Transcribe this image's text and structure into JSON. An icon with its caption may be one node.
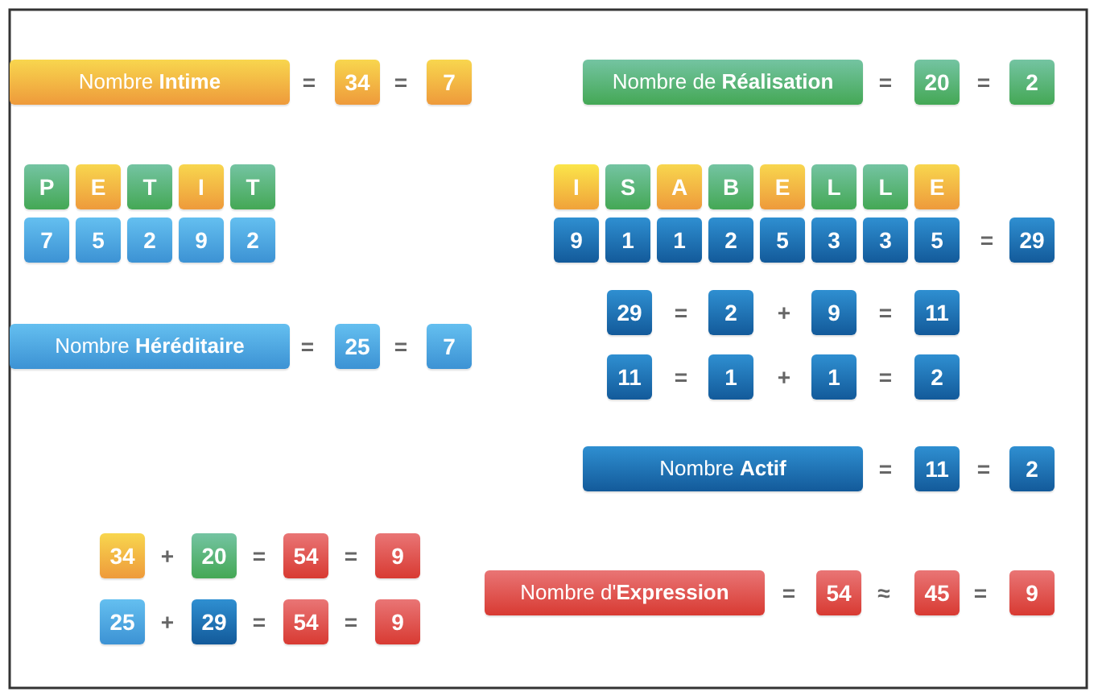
{
  "diagram": {
    "nodes": [
      {
        "text": [
          "Nombre **Intime**"
        ]
      },
      {
        "text": [
          "34"
        ]
      },
      {
        "text": [
          "7"
        ]
      },
      {
        "text": [
          "Nombre de **Réalisation**"
        ]
      },
      {
        "text": [
          "20"
        ]
      },
      {
        "text": [
          "2"
        ]
      },
      {
        "text": [
          "P"
        ]
      },
      {
        "text": [
          "E"
        ]
      },
      {
        "text": [
          "T"
        ]
      },
      {
        "text": [
          "I"
        ]
      },
      {
        "text": [
          "T"
        ]
      },
      {
        "text": [
          "I"
        ]
      },
      {
        "text": [
          "S"
        ]
      },
      {
        "text": [
          "A"
        ]
      },
      {
        "text": [
          "B"
        ]
      },
      {
        "text": [
          "E"
        ]
      },
      {
        "text": [
          "L"
        ]
      },
      {
        "text": [
          "L"
        ]
      },
      {
        "text": [
          "E"
        ]
      },
      {
        "text": [
          "7"
        ]
      },
      {
        "text": [
          "5"
        ]
      },
      {
        "text": [
          "2"
        ]
      },
      {
        "text": [
          "9"
        ]
      },
      {
        "text": [
          "2"
        ]
      },
      {
        "text": [
          "9"
        ]
      },
      {
        "text": [
          "1"
        ]
      },
      {
        "text": [
          "1"
        ]
      },
      {
        "text": [
          "2"
        ]
      },
      {
        "text": [
          "5"
        ]
      },
      {
        "text": [
          "3"
        ]
      },
      {
        "text": [
          "3"
        ]
      },
      {
        "text": [
          "5"
        ]
      },
      {
        "text": [
          "29"
        ]
      },
      {
        "text": [
          "Nombre **Héréditaire**"
        ]
      },
      {
        "text": [
          "25"
        ]
      },
      {
        "text": [
          "7"
        ]
      },
      {
        "text": [
          "29"
        ]
      },
      {
        "text": [
          "2"
        ]
      },
      {
        "text": [
          "9"
        ]
      },
      {
        "text": [
          "11"
        ]
      },
      {
        "text": [
          "11"
        ]
      },
      {
        "text": [
          "1"
        ]
      },
      {
        "text": [
          "1"
        ]
      },
      {
        "text": [
          "2"
        ]
      },
      {
        "text": [
          "Nombre **Actif**"
        ]
      },
      {
        "text": [
          "11"
        ]
      },
      {
        "text": [
          "2"
        ]
      },
      {
        "text": [
          "34"
        ]
      },
      {
        "text": [
          "20"
        ]
      },
      {
        "text": [
          "54"
        ]
      },
      {
        "text": [
          "9"
        ]
      },
      {
        "text": [
          "Nombre d'**Expression**"
        ]
      },
      {
        "text": [
          "54"
        ]
      },
      {
        "text": [
          "45"
        ]
      },
      {
        "text": [
          "9"
        ]
      },
      {
        "text": [
          "25"
        ]
      },
      {
        "text": [
          "29"
        ]
      },
      {
        "text": [
          "54"
        ]
      },
      {
        "text": [
          "9"
        ]
      }
    ],
    "labels": [
      "=",
      "=",
      "=",
      "=",
      "=",
      "=",
      "=",
      "=",
      "+",
      "=",
      "=",
      "+",
      "=",
      "=",
      "=",
      "+",
      "=",
      "=",
      "=",
      "≈",
      "=",
      "+",
      "=",
      "="
    ]
  }
}
